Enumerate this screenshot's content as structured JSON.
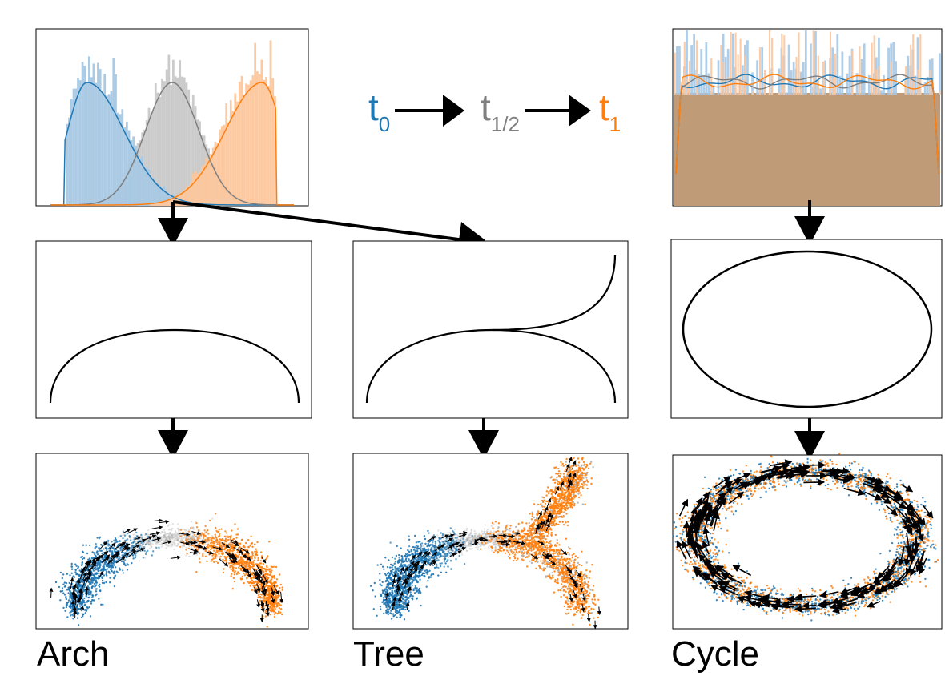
{
  "legend": {
    "t0": {
      "base": "t",
      "sub": "0"
    },
    "thalf": {
      "base": "t",
      "sub": "1/2"
    },
    "t1": {
      "base": "t",
      "sub": "1"
    }
  },
  "datasets": [
    {
      "id": "arch",
      "label": "Arch"
    },
    {
      "id": "tree",
      "label": "Tree"
    },
    {
      "id": "cycle",
      "label": "Cycle"
    }
  ],
  "colors": {
    "t0": "#1f77b4",
    "thalf": "#7f7f7f",
    "t1": "#ff7f0e",
    "t0_fill": "#a6c8e4",
    "thalf_fill": "#c8c8c8",
    "t1_fill": "#fdc69c",
    "overlap_fill": "#bf9b77",
    "arrow": "#000000"
  },
  "chart_data": [
    {
      "type": "histogram",
      "series": [
        {
          "name": "t0",
          "peak": 0.15,
          "spread": 0.08,
          "skew": "right"
        },
        {
          "name": "t1/2",
          "peak": 0.5,
          "spread": 0.11,
          "skew": "none"
        },
        {
          "name": "t1",
          "peak": 0.87,
          "spread": 0.08,
          "skew": "left"
        }
      ],
      "xlim": [
        0,
        1
      ]
    },
    {
      "type": "histogram",
      "series": [
        {
          "name": "t0",
          "distribution": "uniform"
        },
        {
          "name": "t1/2",
          "distribution": "uniform"
        },
        {
          "name": "t1",
          "distribution": "uniform"
        }
      ],
      "xlim": [
        0,
        1
      ]
    }
  ]
}
